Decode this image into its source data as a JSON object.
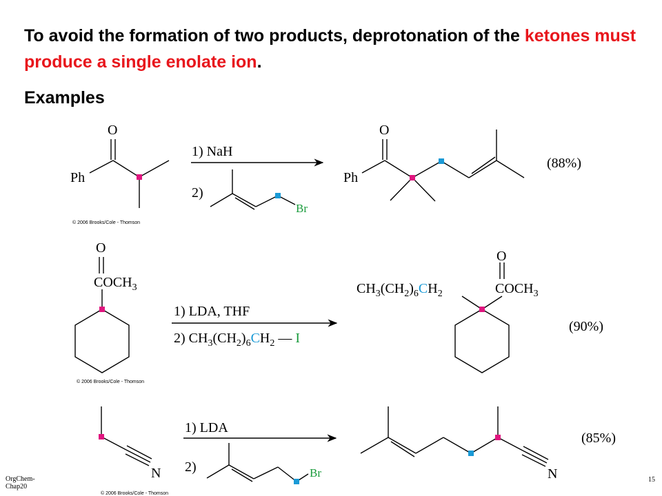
{
  "slide": {
    "heading_part1": "To avoid the formation of two products, deprotonation of the ",
    "heading_highlight": "ketones must produce a single enolate ion",
    "heading_end": ".",
    "examples_label": "Examples",
    "footer_left": "OrgChem-Chap20",
    "page_number": "15"
  },
  "reactions": [
    {
      "reactant_oxygen": "O",
      "reactant_group": "Ph",
      "step1": "1) NaH",
      "step2": "2)",
      "reagent_leaving_group": "Br",
      "product_oxygen": "O",
      "product_group": "Ph",
      "yield": "(88%)",
      "copyright": "© 2006 Brooks/Cole - Thomson"
    },
    {
      "reactant_oxygen": "O",
      "reactant_group": "COCH3",
      "step1": "1) LDA, THF",
      "step2": "2) CH3(CH2)6CH2—I",
      "product_oxygen": "O",
      "product_chain": "CH3(CH2)6CH2",
      "product_group": "COCH3",
      "yield": "(90%)",
      "copyright": "© 2006 Brooks/Cole - Thomson"
    },
    {
      "reactant_nitrogen": "N",
      "step1": "1) LDA",
      "step2": "2)",
      "reagent_leaving_group": "Br",
      "product_nitrogen": "N",
      "yield": "(85%)",
      "copyright": "© 2006 Brooks/Cole - Thomson"
    }
  ],
  "colors": {
    "highlight_red": "#e8161c",
    "alpha_carbon_marker": "#e0157f",
    "electrophile_marker": "#1a9ad6",
    "leaving_group_green": "#1a9b3c"
  }
}
